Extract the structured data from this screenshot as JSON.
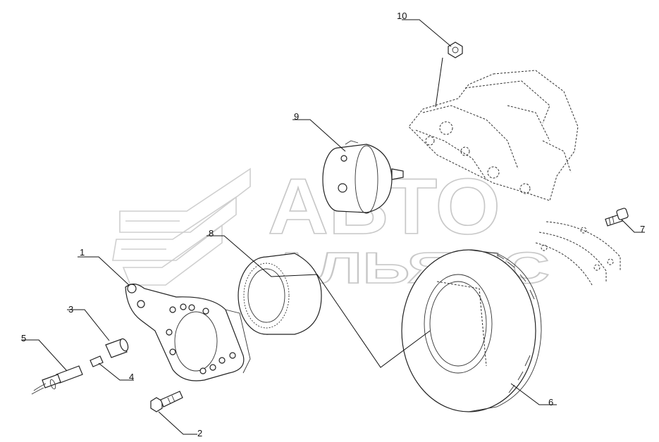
{
  "watermark": {
    "line1": "АВТО",
    "line2": "АЛЬЯНС"
  },
  "callouts": [
    {
      "id": "1",
      "label": "1"
    },
    {
      "id": "2",
      "label": "2"
    },
    {
      "id": "3",
      "label": "3"
    },
    {
      "id": "4",
      "label": "4"
    },
    {
      "id": "5",
      "label": "5"
    },
    {
      "id": "6",
      "label": "6"
    },
    {
      "id": "7",
      "label": "7"
    },
    {
      "id": "8",
      "label": "8"
    },
    {
      "id": "9",
      "label": "9"
    },
    {
      "id": "10",
      "label": "10"
    }
  ]
}
